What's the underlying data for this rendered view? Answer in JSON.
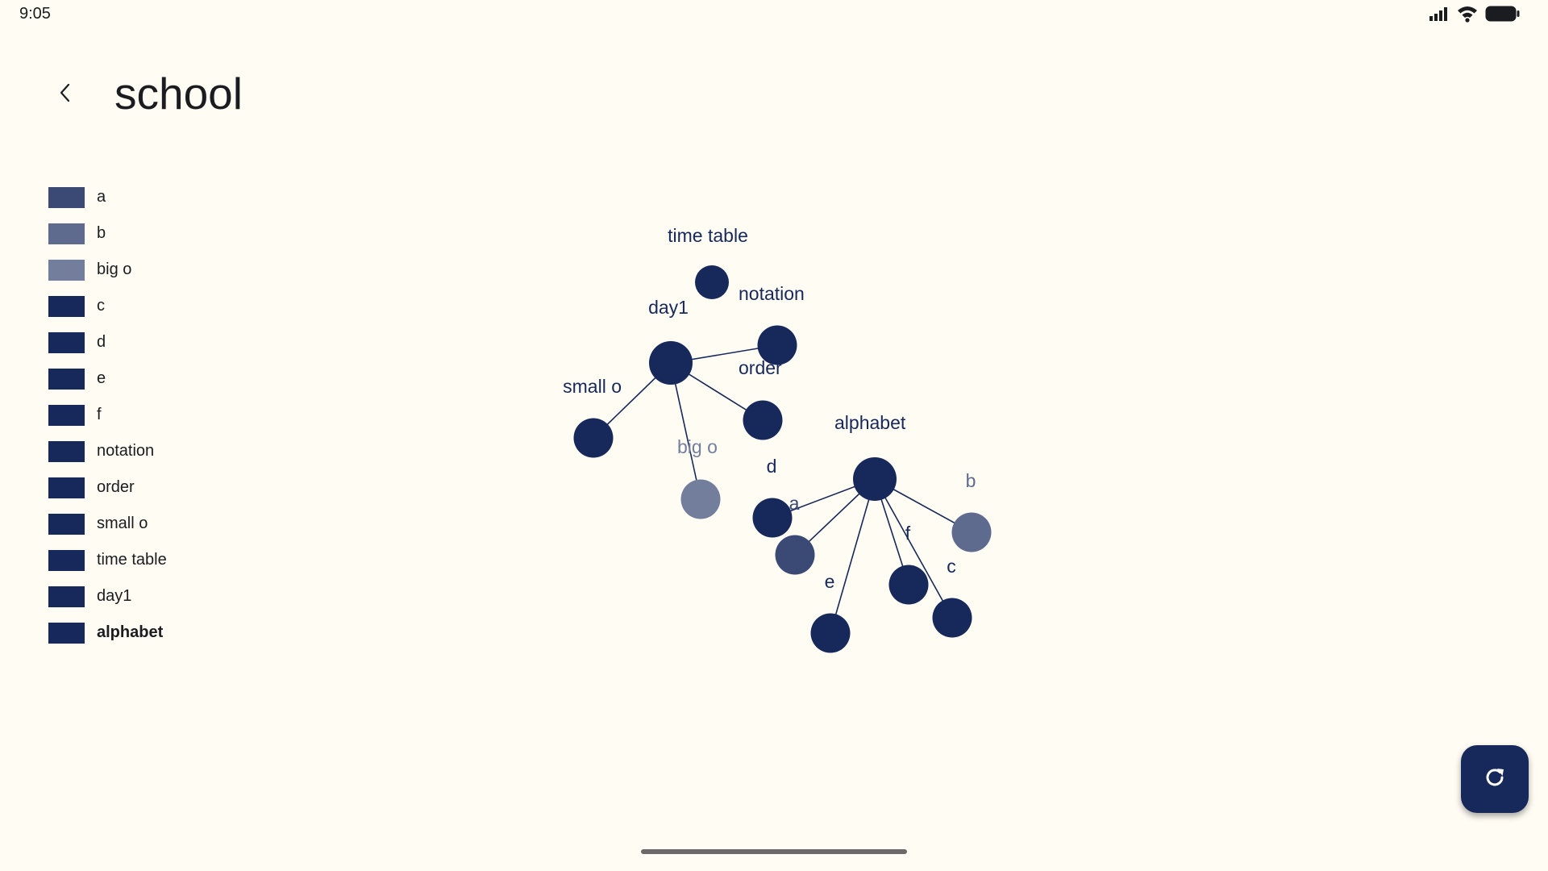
{
  "status_bar": {
    "time": "9:05",
    "icons": [
      "signal-icon",
      "wifi-icon",
      "battery-icon"
    ]
  },
  "header": {
    "title": "school",
    "back_icon": "chevron-left-icon"
  },
  "legend": {
    "items": [
      {
        "label": "a",
        "color": "#3A4A75",
        "selected": false
      },
      {
        "label": "b",
        "color": "#5E6B8F",
        "selected": false
      },
      {
        "label": "big o",
        "color": "#737E9C",
        "selected": false
      },
      {
        "label": "c",
        "color": "#17295A",
        "selected": false
      },
      {
        "label": "d",
        "color": "#17295A",
        "selected": false
      },
      {
        "label": "e",
        "color": "#17295A",
        "selected": false
      },
      {
        "label": "f",
        "color": "#17295A",
        "selected": false
      },
      {
        "label": "notation",
        "color": "#17295A",
        "selected": false
      },
      {
        "label": "order",
        "color": "#17295A",
        "selected": false
      },
      {
        "label": "small o",
        "color": "#17295A",
        "selected": false
      },
      {
        "label": "time table",
        "color": "#17295A",
        "selected": false
      },
      {
        "label": "day1",
        "color": "#17295A",
        "selected": false
      },
      {
        "label": "alphabet",
        "color": "#17295A",
        "selected": true
      }
    ]
  },
  "graph": {
    "nodes": [
      {
        "id": "time-table",
        "label": "time table",
        "color": "#17295A",
        "size": "small"
      },
      {
        "id": "day1",
        "label": "day1",
        "color": "#17295A",
        "size": "large"
      },
      {
        "id": "notation",
        "label": "notation",
        "color": "#17295A",
        "size": "normal"
      },
      {
        "id": "order",
        "label": "order",
        "color": "#17295A",
        "size": "normal"
      },
      {
        "id": "small-o",
        "label": "small o",
        "color": "#17295A",
        "size": "normal"
      },
      {
        "id": "big-o",
        "label": "big o",
        "color": "#737E9C",
        "size": "normal"
      },
      {
        "id": "alphabet",
        "label": "alphabet",
        "color": "#17295A",
        "size": "large"
      },
      {
        "id": "d",
        "label": "d",
        "color": "#17295A",
        "size": "normal"
      },
      {
        "id": "a",
        "label": "a",
        "color": "#3A4A75",
        "size": "normal"
      },
      {
        "id": "b",
        "label": "b",
        "color": "#5E6B8F",
        "size": "normal"
      },
      {
        "id": "e",
        "label": "e",
        "color": "#17295A",
        "size": "normal"
      },
      {
        "id": "f",
        "label": "f",
        "color": "#17295A",
        "size": "normal"
      },
      {
        "id": "c",
        "label": "c",
        "color": "#17295A",
        "size": "normal"
      }
    ],
    "edges": [
      {
        "from": "day1",
        "to": "notation"
      },
      {
        "from": "day1",
        "to": "order"
      },
      {
        "from": "day1",
        "to": "small-o"
      },
      {
        "from": "day1",
        "to": "big-o"
      },
      {
        "from": "alphabet",
        "to": "d"
      },
      {
        "from": "alphabet",
        "to": "a"
      },
      {
        "from": "alphabet",
        "to": "b"
      },
      {
        "from": "alphabet",
        "to": "e"
      },
      {
        "from": "alphabet",
        "to": "f"
      },
      {
        "from": "alphabet",
        "to": "c"
      }
    ]
  },
  "fab": {
    "icon": "refresh-icon",
    "color": "#17295A"
  }
}
